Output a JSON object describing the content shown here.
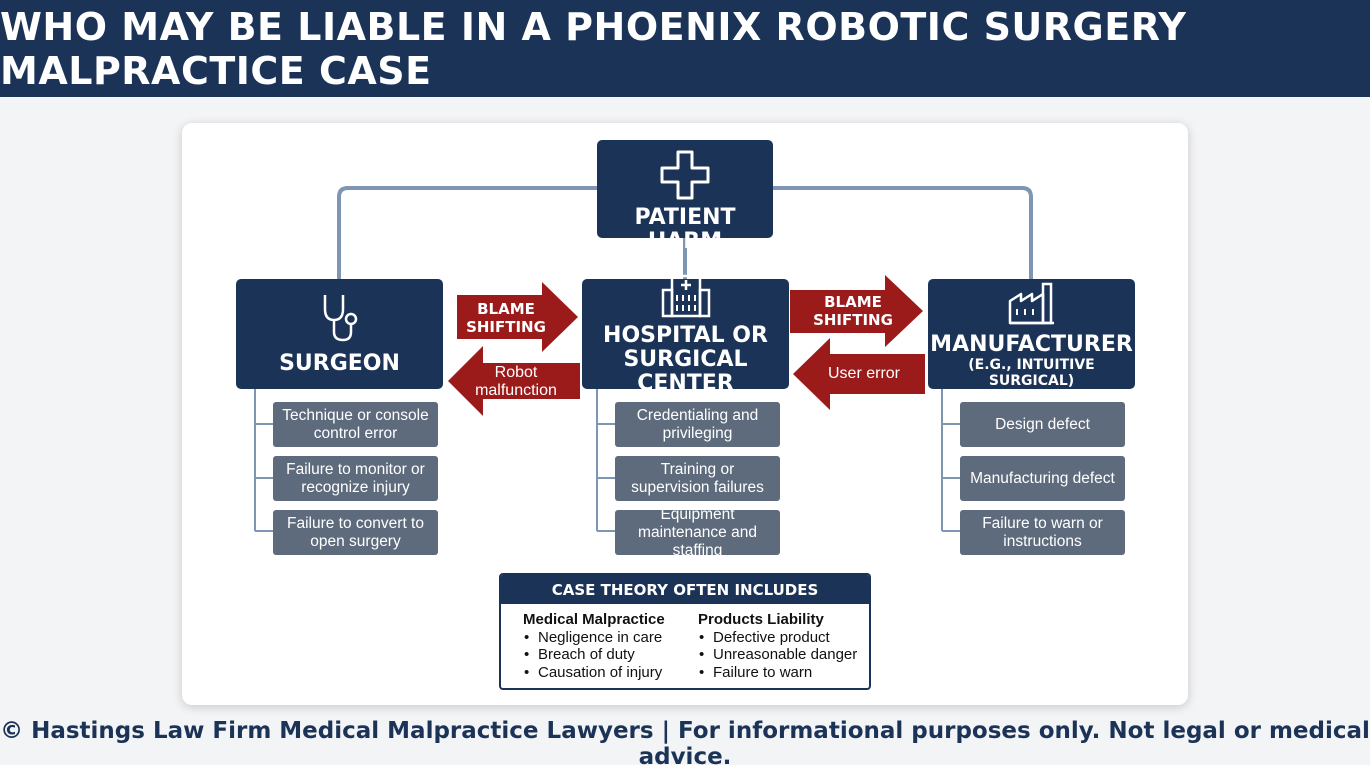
{
  "header": {
    "title": "WHO MAY BE LIABLE IN A PHOENIX ROBOTIC SURGERY MALPRACTICE CASE"
  },
  "root": {
    "label": "PATIENT HARM",
    "icon": "medical-cross-icon"
  },
  "parties": {
    "surgeon": {
      "label": "SURGEON",
      "icon": "stethoscope-icon",
      "items": [
        "Technique or console control error",
        "Failure to monitor or recognize injury",
        "Failure to convert to open surgery"
      ]
    },
    "hospital": {
      "label": "HOSPITAL OR SURGICAL CENTER",
      "icon": "hospital-building-icon",
      "items": [
        "Credentialing and privileging",
        "Training or supervision failures",
        "Equipment maintenance and staffing"
      ]
    },
    "manufacturer": {
      "label": "MANUFACTURER",
      "sublabel": "(E.G., INTUITIVE SURGICAL)",
      "icon": "factory-icon",
      "items": [
        "Design defect",
        "Manufacturing defect",
        "Failure to warn or instructions"
      ]
    }
  },
  "arrows": {
    "left_top": "BLAME SHIFTING",
    "left_bottom": "Robot malfunction",
    "right_top": "BLAME SHIFTING",
    "right_bottom": "User error"
  },
  "theory": {
    "title": "CASE THEORY OFTEN INCLUDES",
    "columns": [
      {
        "heading": "Medical Malpractice",
        "items": [
          "Negligence in care",
          "Breach of duty",
          "Causation of injury"
        ]
      },
      {
        "heading": "Products Liability",
        "items": [
          "Defective product",
          "Unreasonable danger",
          "Failure to warn"
        ]
      }
    ]
  },
  "footer": {
    "text": "© Hastings Law Firm Medical Malpractice Lawyers | For informational purposes only. Not legal or medical advice."
  },
  "colors": {
    "navy": "#1b3357",
    "slate": "#5e6b7d",
    "arrow_red": "#9b1b1b",
    "connector": "#7f95b4"
  }
}
